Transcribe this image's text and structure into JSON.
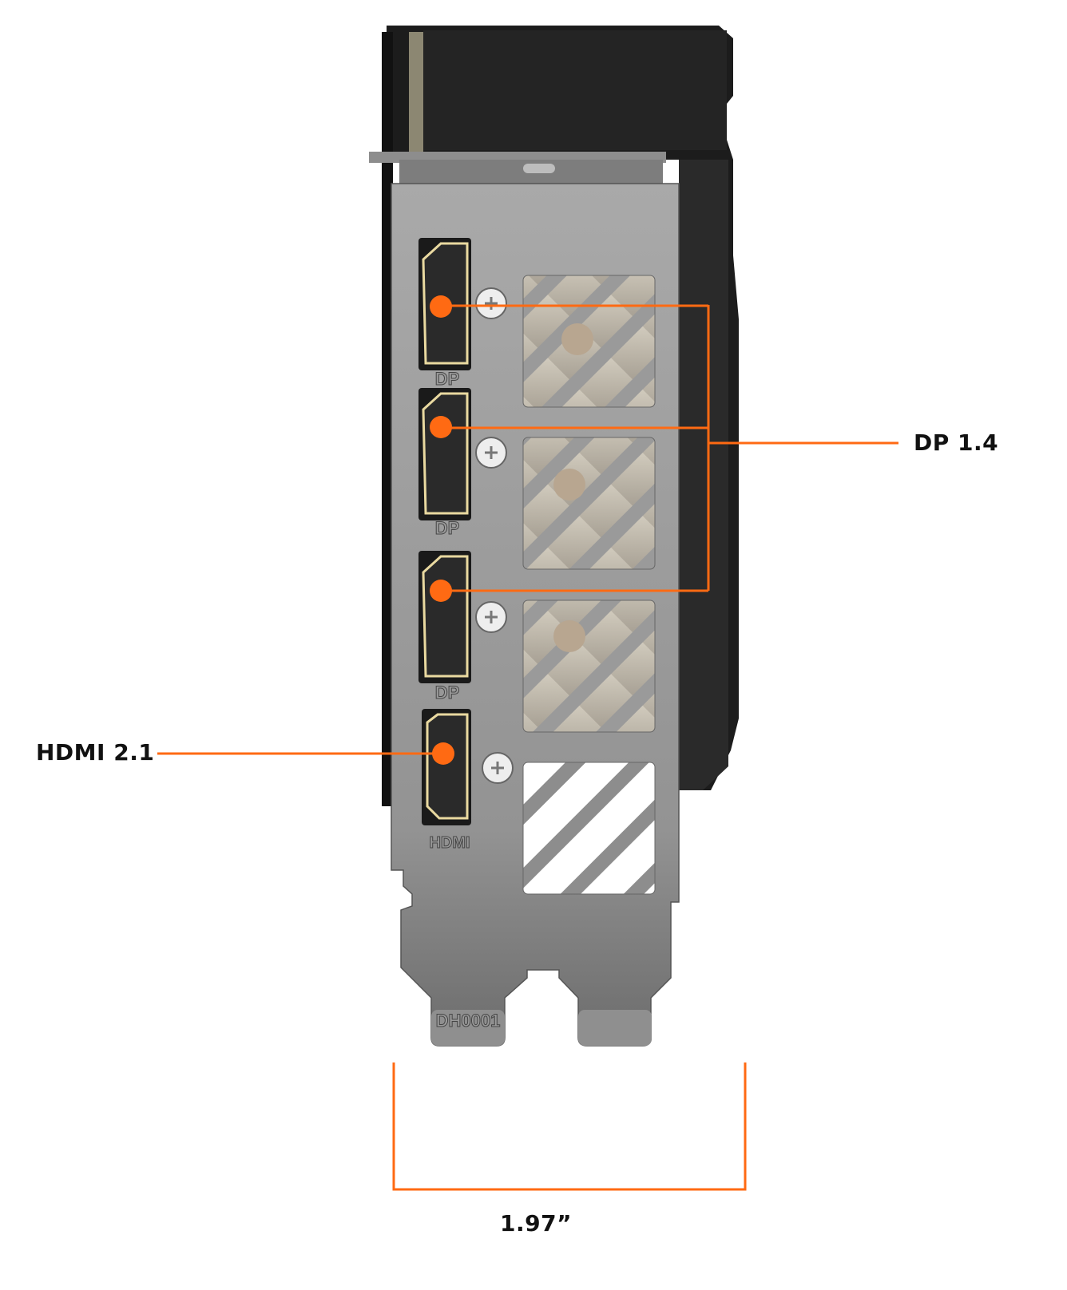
{
  "callouts": {
    "dp": "DP 1.4",
    "hdmi": "HDMI 2.1",
    "width": "1.97”"
  },
  "bracket": {
    "port_labels": [
      "DP",
      "DP",
      "DP",
      "HDMI"
    ],
    "part_number": "DH0001"
  },
  "colors": {
    "accent": "#ff6a13",
    "bracket": "#9a9a9a",
    "card_body": "#1c1c1c",
    "port_gold": "#e9d9a0"
  }
}
